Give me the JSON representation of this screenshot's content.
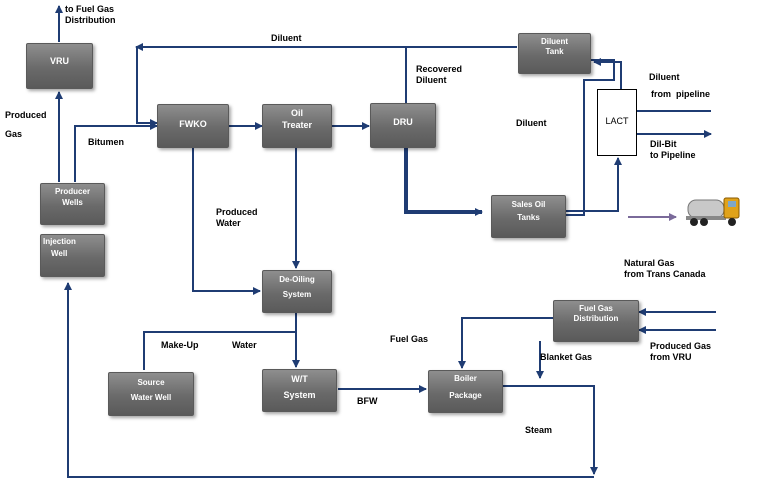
{
  "units": {
    "vru": "VRU",
    "fwko": "FWKO",
    "oil_treater": [
      "Oil",
      "Treater"
    ],
    "dru": "DRU",
    "diluent_tank": [
      "Diluent",
      "Tank"
    ],
    "producer_wells": [
      "Producer",
      "Wells"
    ],
    "injection_well": [
      "Injection",
      "Well"
    ],
    "deoiling": [
      "De-Oiling",
      "System"
    ],
    "sales_oil": [
      "Sales Oil",
      "Tanks"
    ],
    "lact": "LACT",
    "source_water_well": [
      "Source",
      "Water Well"
    ],
    "wt_system": [
      "W/T",
      "System"
    ],
    "boiler": [
      "Boiler",
      "Package"
    ],
    "fuel_gas_dist": [
      "Fuel Gas",
      "Distribution"
    ]
  },
  "labels": {
    "to_fuel_gas": [
      "to Fuel Gas",
      "Distribution"
    ],
    "diluent_top": "Diluent",
    "recovered_diluent": [
      "Recovered",
      "Diluent"
    ],
    "produced_gas": [
      "Produced",
      "Gas"
    ],
    "bitumen": "Bitumen",
    "produced_water": [
      "Produced",
      "Water"
    ],
    "diluent_mid": "Diluent",
    "diluent_right": "Diluent",
    "from_pipeline": "from  pipeline",
    "dilbit": [
      "Dil-Bit",
      "to Pipeline"
    ],
    "natural_gas": [
      "Natural Gas",
      "from Trans Canada"
    ],
    "make_up": "Make-Up",
    "water": "Water",
    "fuel_gas": "Fuel Gas",
    "blanket_gas": "Blanket Gas",
    "produced_gas_vru": [
      "Produced Gas",
      "from VRU"
    ],
    "bfw": "BFW",
    "steam": "Steam"
  },
  "colors": {
    "flow_line": "#1f3c73",
    "box_fill": "#777777",
    "truck_arrow": "#7a6a9a"
  },
  "icons": {
    "tanker_truck": "tanker-truck-icon"
  }
}
